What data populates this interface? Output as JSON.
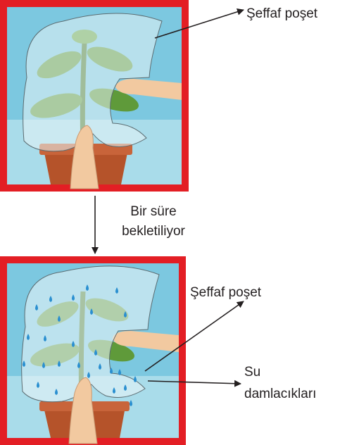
{
  "labels": {
    "bag_top": "Şeffaf poşet",
    "wait_line1": "Bir süre",
    "wait_line2": "bekletiliyor",
    "bag_bottom": "Şeffaf poşet",
    "drops_line1": "Su",
    "drops_line2": "damlacıkları"
  },
  "colors": {
    "frame": "#e31e24",
    "sky": "#7cc8e0",
    "pot": "#b5532a",
    "leaf": "#5f9a3a",
    "bag": "#e8f4f6",
    "drop": "#2a8fd0"
  }
}
